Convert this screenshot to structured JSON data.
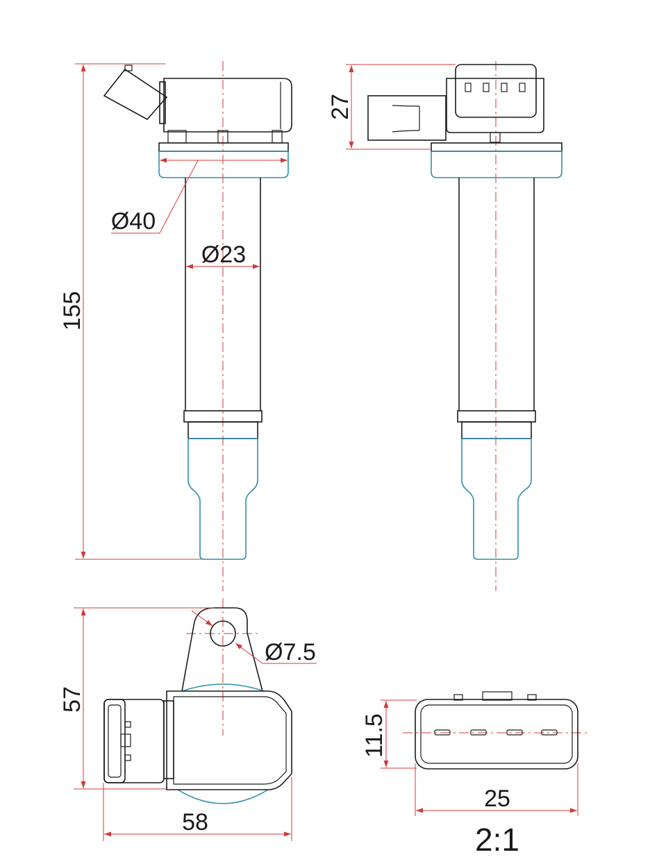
{
  "dimensions": {
    "total_height": "155",
    "flange_diameter": "Ø40",
    "body_diameter": "Ø23",
    "connector_height": "27",
    "mount_hole_diameter": "Ø7.5",
    "top_view_depth": "57",
    "top_view_width": "58",
    "connector_face_height": "11.5",
    "connector_face_width": "25"
  },
  "detail_scale": "2:1",
  "colors": {
    "outline": "#1a1a1a",
    "rubber_boot": "#2f8fa8",
    "dimension_lines": "#d23a3a"
  }
}
